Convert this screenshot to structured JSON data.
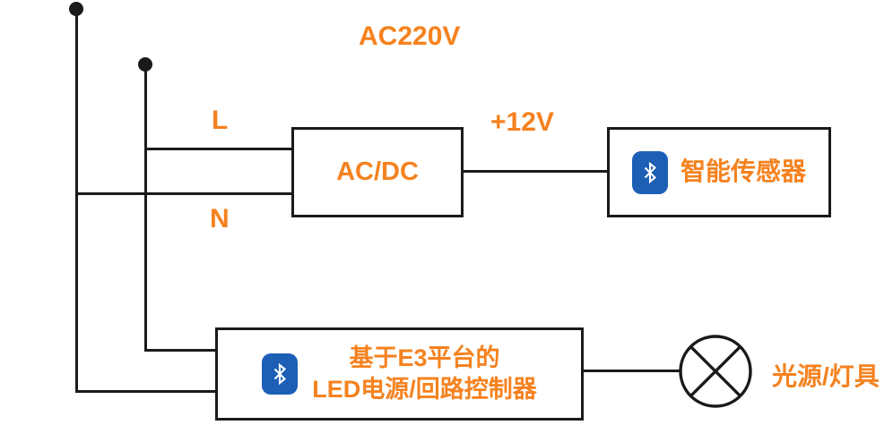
{
  "colors": {
    "accent": "#F5821F",
    "line": "#1A1A1A",
    "bluetooth": "#1C5FB5"
  },
  "labels": {
    "supply": "AC220V",
    "live": "L",
    "neutral": "N",
    "dc_out": "+12V",
    "converter": "AC/DC",
    "sensor": "智能传感器",
    "controller_line1": "基于E3平台的",
    "controller_line2": "LED电源/回路控制器",
    "lamp": "光源/灯具"
  }
}
